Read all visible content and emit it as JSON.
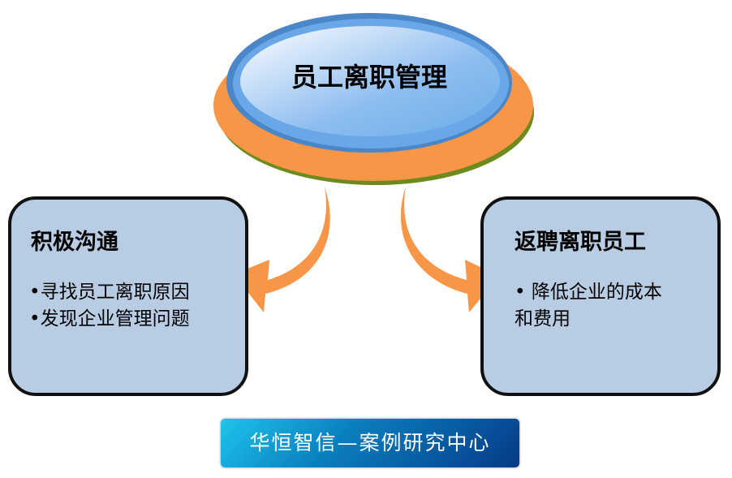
{
  "center": {
    "title": "员工离职管理"
  },
  "left_box": {
    "heading": "积极沟通",
    "items": [
      "•寻找员工离职原因",
      "•发现企业管理问题"
    ]
  },
  "right_box": {
    "heading": "返聘离职员工",
    "items": [
      "• 降低企业的成本",
      "和费用"
    ]
  },
  "banner": {
    "text": "华恒智信—案例研究中心"
  },
  "colors": {
    "orange": "#f79646",
    "blue": "#6aa5e0",
    "box_fill": "#b8cce4",
    "banner": "#0a7fbe"
  }
}
